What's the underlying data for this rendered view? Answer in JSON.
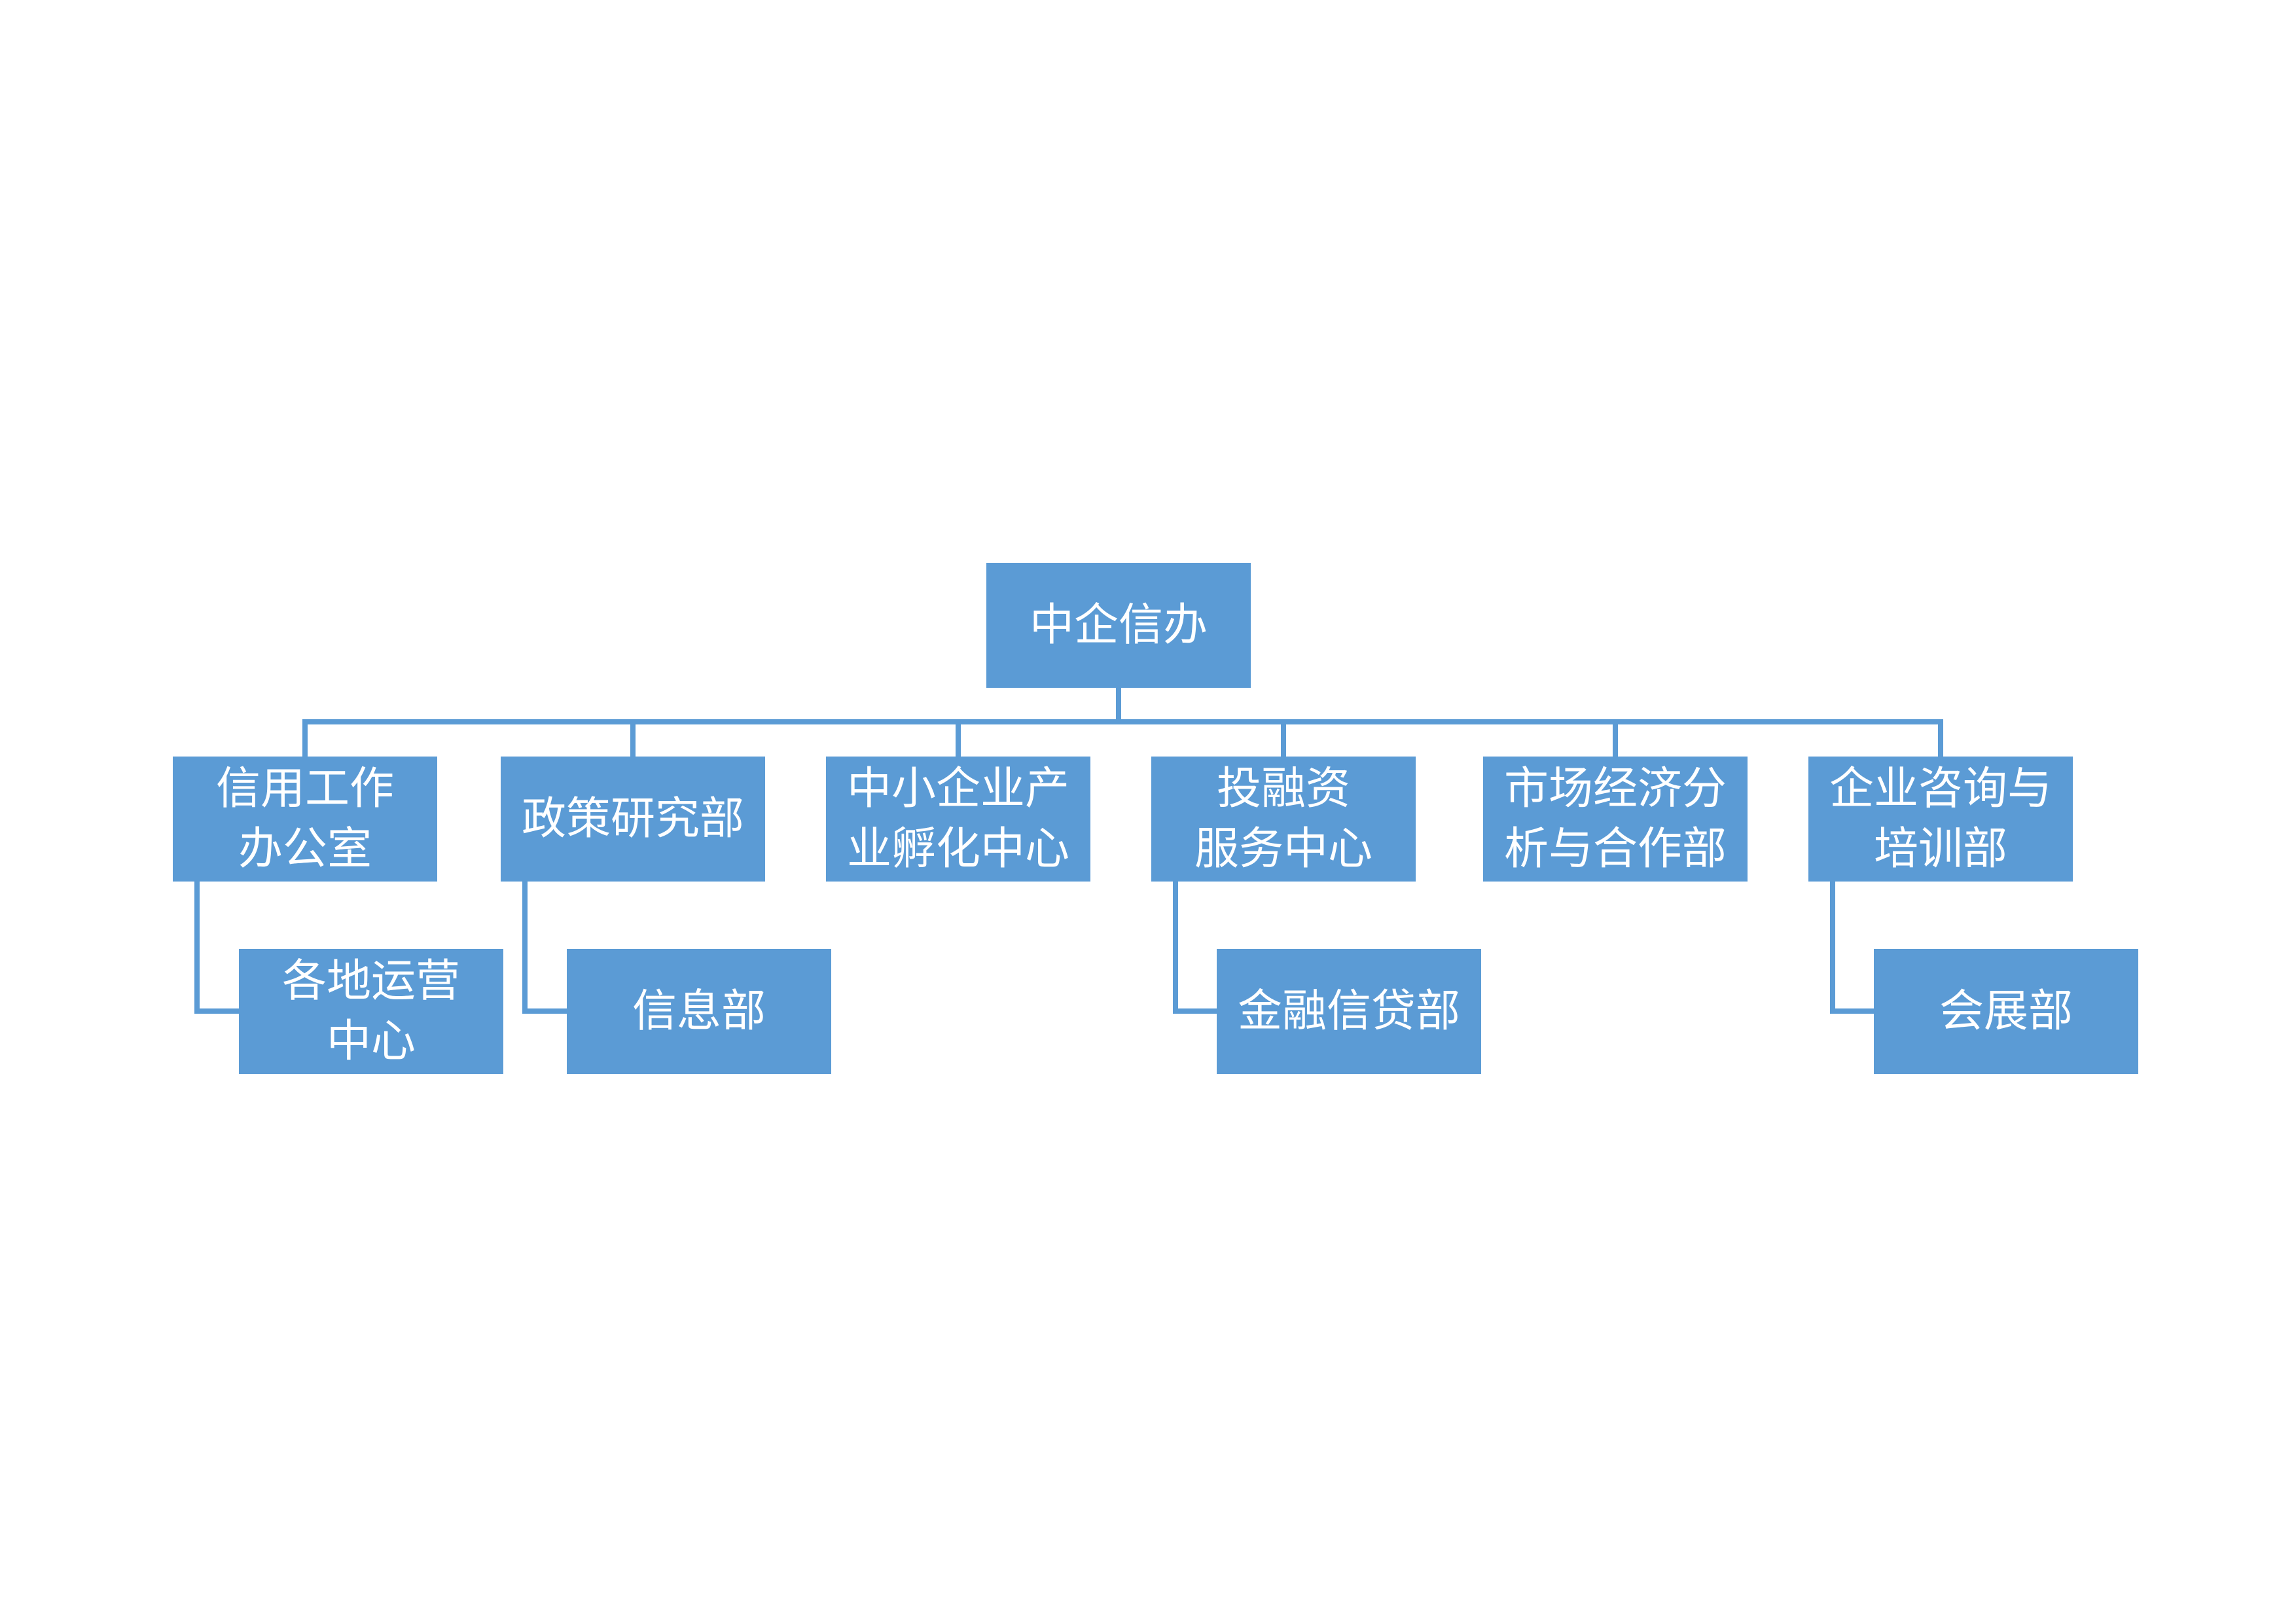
{
  "org_chart": {
    "root": {
      "label": "中企信办"
    },
    "departments": [
      {
        "label": "信用工作\n办公室",
        "sub": {
          "label": "各地运营\n中心"
        }
      },
      {
        "label": "政策研究部",
        "sub": {
          "label": "信息部"
        }
      },
      {
        "label": "中小企业产\n业孵化中心"
      },
      {
        "label": "投融资\n服务中心",
        "sub": {
          "label": "金融信贷部"
        }
      },
      {
        "label": "市场经济分\n析与合作部"
      },
      {
        "label": "企业咨询与\n培训部",
        "sub": {
          "label": "会展部"
        }
      }
    ]
  },
  "colors": {
    "box_fill": "#5B9BD5",
    "connector": "#5B9BD5",
    "text": "#FFFFFF"
  }
}
